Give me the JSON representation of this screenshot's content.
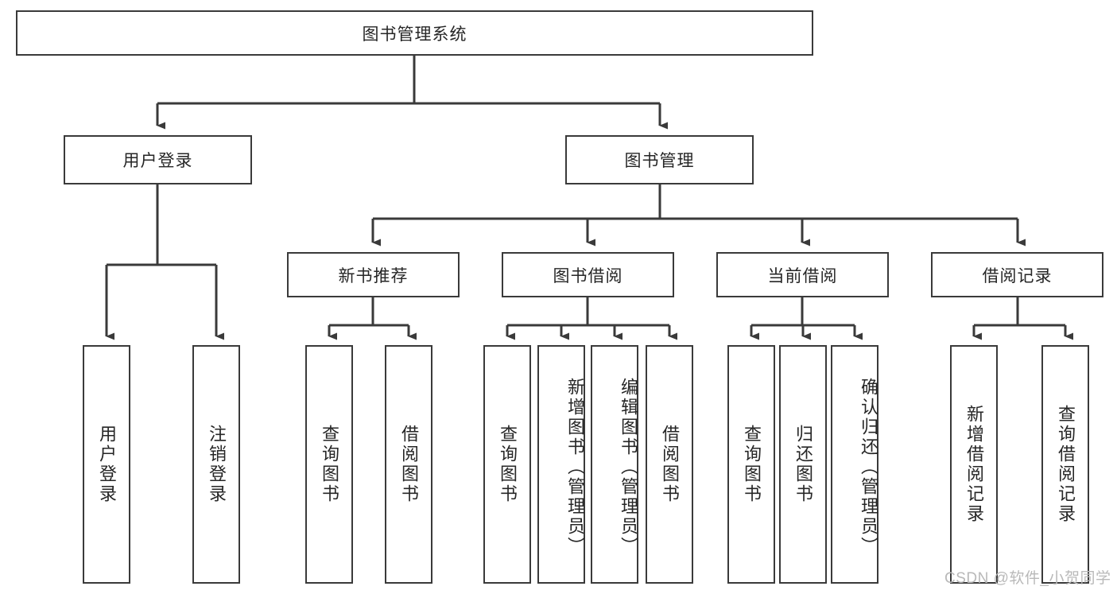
{
  "diagram": {
    "title": "图书管理系统",
    "root": {
      "label": "图书管理系统"
    },
    "level2": [
      {
        "label": "用户登录"
      },
      {
        "label": "图书管理"
      }
    ],
    "level3": [
      {
        "label": "新书推荐"
      },
      {
        "label": "图书借阅"
      },
      {
        "label": "当前借阅"
      },
      {
        "label": "借阅记录"
      }
    ],
    "leaves": {
      "user_login": [
        {
          "label": "用户登录"
        },
        {
          "label": "注销登录"
        }
      ],
      "new_book": [
        {
          "label": "查询图书"
        },
        {
          "label": "借阅图书"
        }
      ],
      "book_borrow": [
        {
          "label": "查询图书"
        },
        {
          "label": "新增图书（管理员）"
        },
        {
          "label": "编辑图书（管理员）"
        },
        {
          "label": "借阅图书"
        }
      ],
      "current_borrow": [
        {
          "label": "查询图书"
        },
        {
          "label": "归还图书"
        },
        {
          "label": "确认归还（管理员）"
        }
      ],
      "borrow_record": [
        {
          "label": "新增借阅记录"
        },
        {
          "label": "查询借阅记录"
        }
      ]
    }
  },
  "watermark": {
    "text": "CSDN @软件_小贺同学"
  },
  "colors": {
    "stroke": "#3a3a3a",
    "text": "#262626",
    "background": "#ffffff",
    "watermark": "#b9b9b9"
  }
}
